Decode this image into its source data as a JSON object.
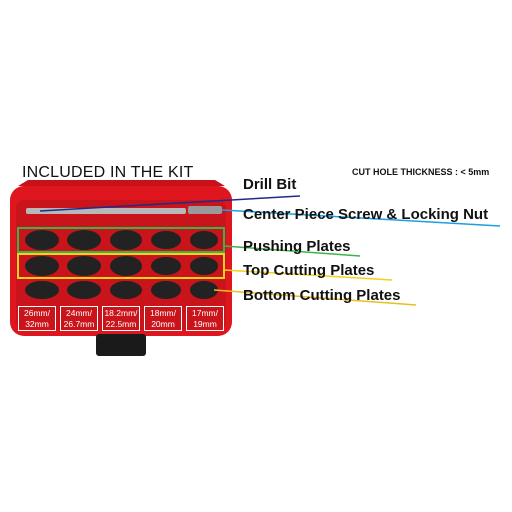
{
  "header": {
    "title": "INCLUDED IN THE KIT",
    "thickness": "CUT HOLE THICKNESS : < 5mm"
  },
  "callouts": [
    {
      "label": "Drill Bit",
      "color": "#1f2a8c"
    },
    {
      "label": "Center Piece Screw & Locking Nut",
      "color": "#1aa0e0"
    },
    {
      "label": "Pushing Plates",
      "color": "#3cb34a"
    },
    {
      "label": "Top Cutting Plates",
      "color": "#f2d21a"
    },
    {
      "label": "Bottom Cutting Plates",
      "color": "#e6c020"
    }
  ],
  "sizes": [
    {
      "line1": "26mm/",
      "line2": "32mm"
    },
    {
      "line1": "24mm/",
      "line2": "26.7mm"
    },
    {
      "line1": "18.2mm/",
      "line2": "22.5mm"
    },
    {
      "line1": "18mm/",
      "line2": "20mm"
    },
    {
      "line1": "17mm/",
      "line2": "19mm"
    }
  ],
  "case_color": "#e0161e"
}
